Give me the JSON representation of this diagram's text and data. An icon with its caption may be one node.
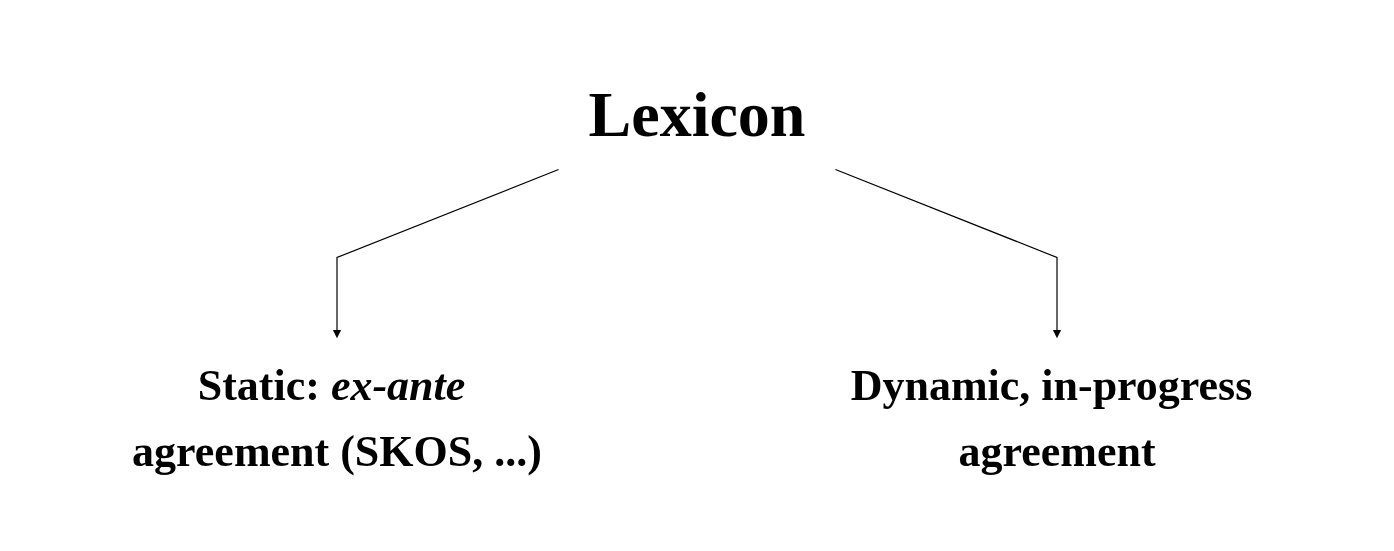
{
  "diagram": {
    "nodes": [
      {
        "text": [
          "Lexicon"
        ]
      },
      {
        "text": [
          "Static: *ex-ante* agreement (SKOS, ...)"
        ]
      },
      {
        "text": [
          "Dynamic, in-progress agreement"
        ]
      }
    ],
    "edges": [
      {
        "from": 0,
        "to": 1,
        "arrow": "to"
      },
      {
        "from": 0,
        "to": 2,
        "arrow": "to"
      }
    ]
  }
}
